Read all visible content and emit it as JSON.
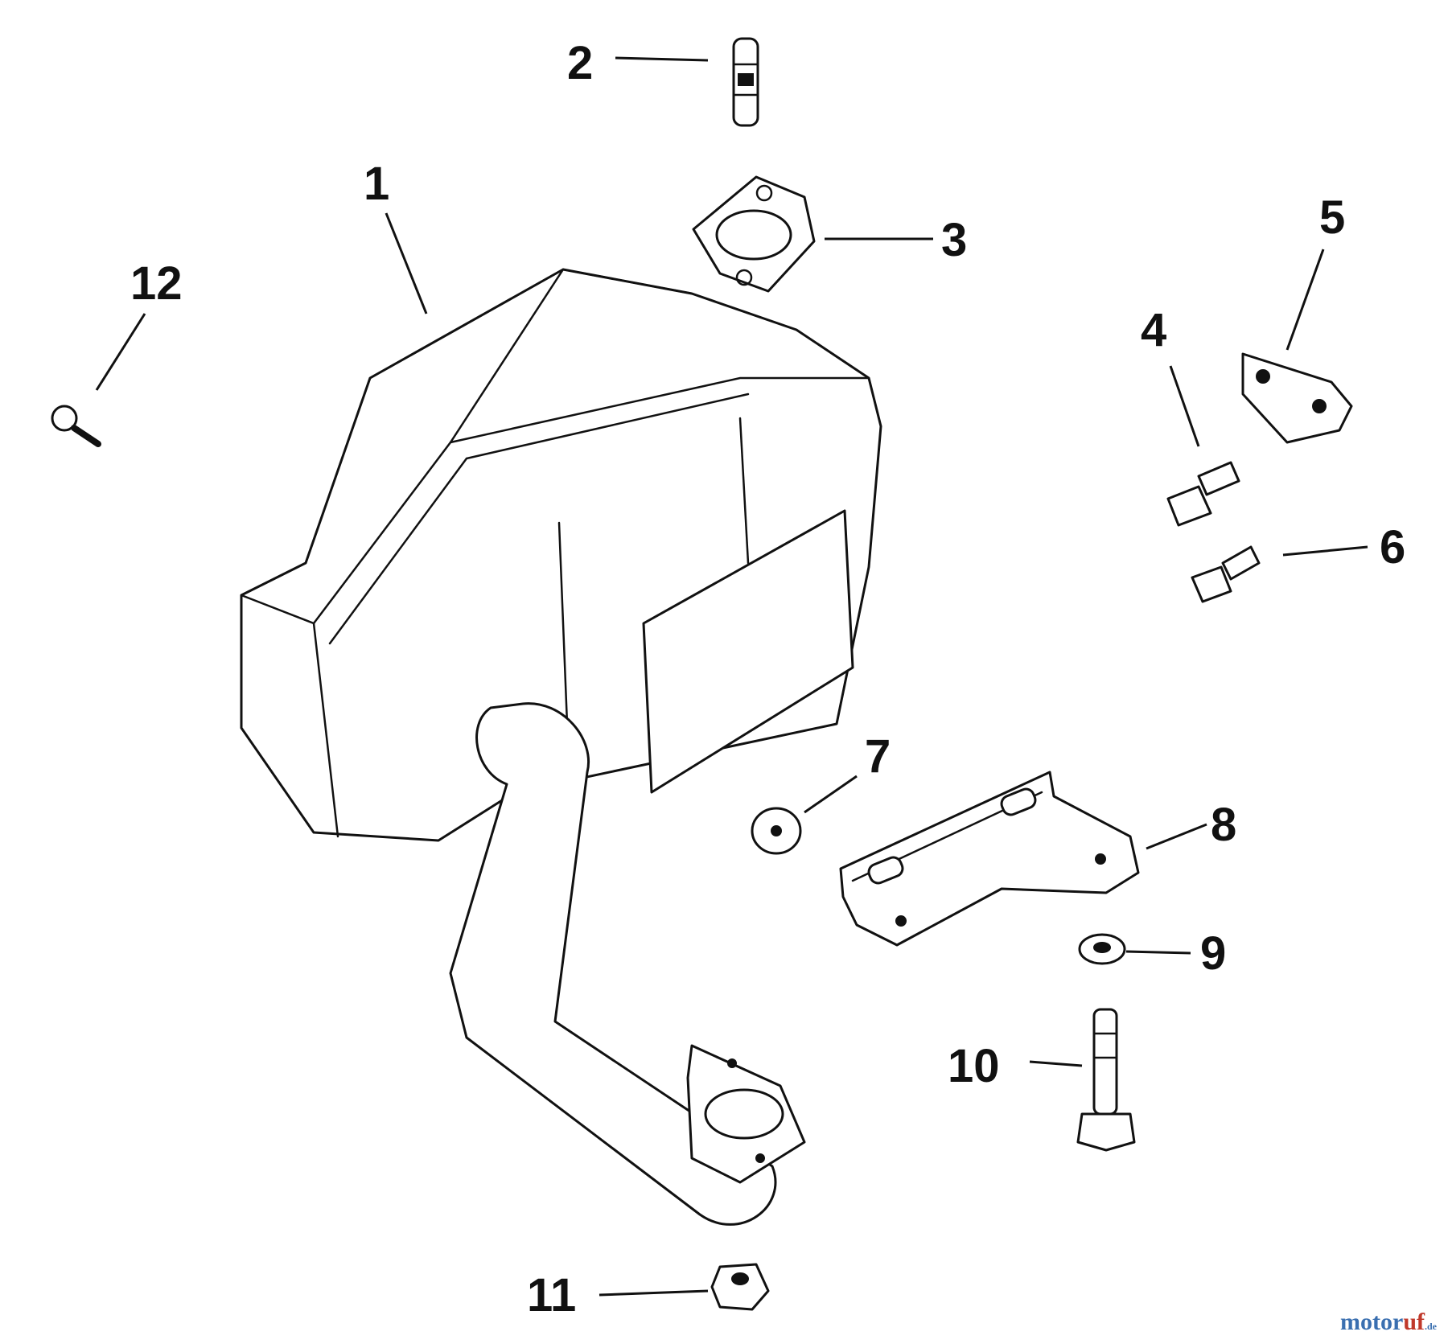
{
  "diagram": {
    "callouts": [
      "1",
      "2",
      "3",
      "4",
      "5",
      "6",
      "7",
      "8",
      "9",
      "10",
      "11",
      "12"
    ]
  },
  "watermark": {
    "part1": "motor",
    "part2": "uf",
    "part3": ".de"
  },
  "colors": {
    "ink": "#111111",
    "watermark_blue": "#3a6fb0",
    "watermark_red": "#c0392b"
  }
}
